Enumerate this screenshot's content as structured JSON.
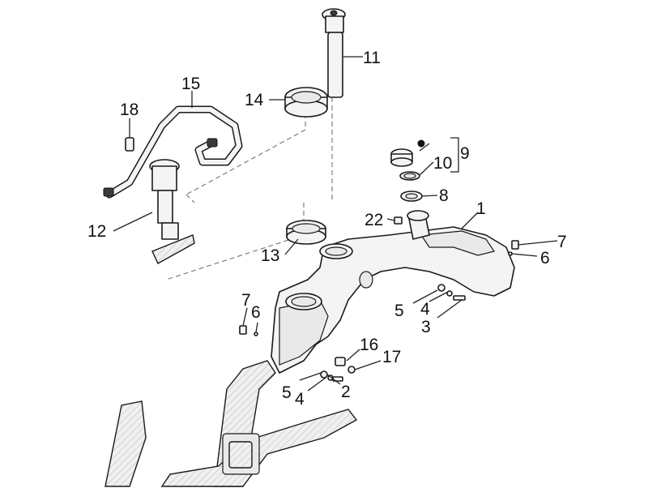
{
  "callouts": {
    "c1": "1",
    "c2": "2",
    "c3": "3",
    "c4a": "4",
    "c4b": "4",
    "c5a": "5",
    "c5b": "5",
    "c6a": "6",
    "c6b": "6",
    "c7a": "7",
    "c7b": "7",
    "c8": "8",
    "c9": "9",
    "c10": "10",
    "c11": "11",
    "c12": "12",
    "c13": "13",
    "c14": "14",
    "c15": "15",
    "c16": "16",
    "c17": "17",
    "c18": "18",
    "c22": "22"
  },
  "colors": {
    "line": "#1a1a1a",
    "fill": "#f4f4f4",
    "background": "#ffffff"
  }
}
